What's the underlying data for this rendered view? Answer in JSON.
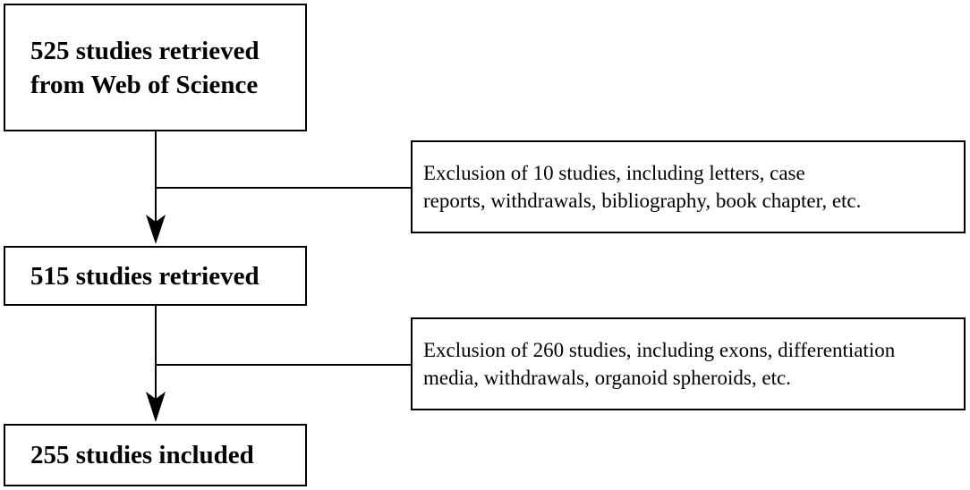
{
  "flowchart": {
    "step1": {
      "lines": [
        "525 studies retrieved",
        "from Web of Science"
      ]
    },
    "exclusion1": {
      "lines": [
        "Exclusion of 10 studies, including letters, case",
        "reports, withdrawals, bibliography, book chapter, etc."
      ]
    },
    "step2": {
      "lines": [
        "515 studies retrieved"
      ]
    },
    "exclusion2": {
      "lines": [
        "Exclusion of 260 studies, including exons, differentiation",
        "media, withdrawals, organoid spheroids, etc."
      ]
    },
    "step3": {
      "lines": [
        "255 studies included"
      ]
    }
  },
  "colors": {
    "stroke": "#000000",
    "background": "#ffffff"
  }
}
